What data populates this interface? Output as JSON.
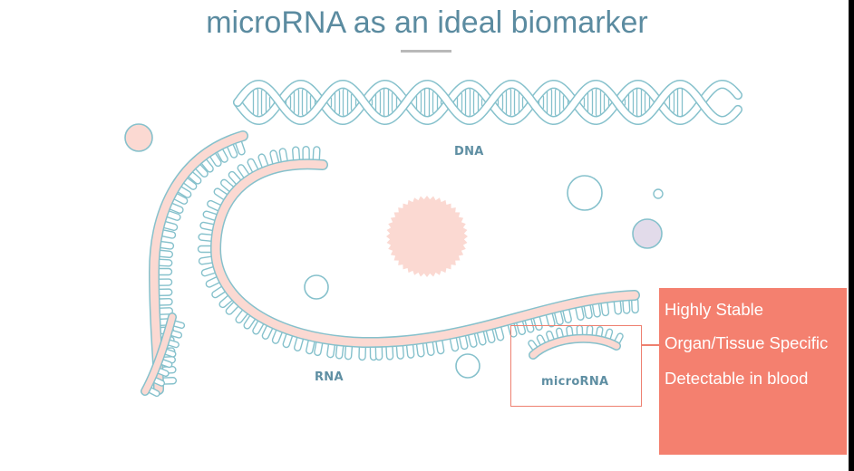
{
  "title": "microRNA as an ideal biomarker",
  "labels": {
    "dna": "DNA",
    "rna": "RNA",
    "microrna": "microRNA"
  },
  "properties": [
    "Highly Stable",
    "Organ/Tissue Specific",
    "Detectable in blood"
  ],
  "colors": {
    "title": "#5b8ba0",
    "outline": "#86c1cc",
    "fill_pink": "#fbd9d2",
    "accent": "#f4806f",
    "lavender": "#e2dbea"
  }
}
